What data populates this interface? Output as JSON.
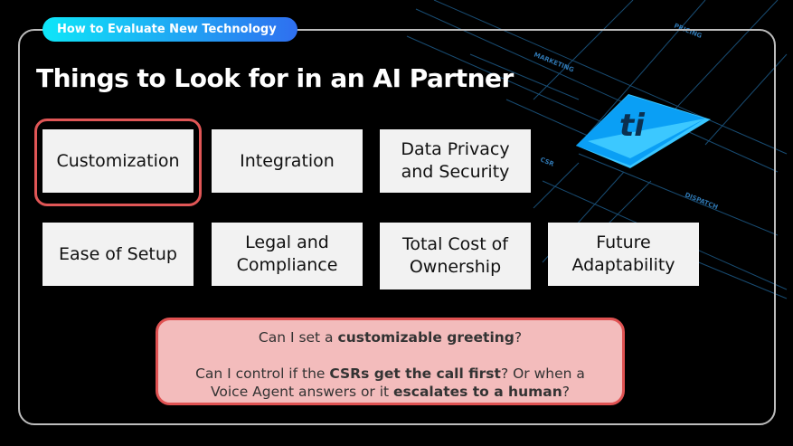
{
  "header": {
    "pill_label": "How to Evaluate New Technology",
    "title": "Things to Look for in an AI Partner"
  },
  "background": {
    "labels": [
      "MARKETING",
      "PRICING",
      "CSR",
      "DISPATCH"
    ],
    "logo_text": "ti",
    "accent": "#1aa8f5"
  },
  "cards": [
    {
      "label": "Customization",
      "selected": true
    },
    {
      "label": "Integration"
    },
    {
      "label": "Data Privacy and Security"
    },
    {
      "label": "Ease of Setup"
    },
    {
      "label": "Legal and Compliance"
    },
    {
      "label": "Total Cost of Ownership"
    },
    {
      "label": "Future Adaptability"
    }
  ],
  "callout": {
    "q1": {
      "a": "Can I set a ",
      "b": "customizable greeting",
      "c": "?"
    },
    "q2": {
      "a": "Can I control if the ",
      "b": "CSRs get the call first",
      "c": "? Or when a Voice Agent answers or it ",
      "d": "escalates to a human",
      "e": "?"
    }
  },
  "colors": {
    "selected_border": "#e05656",
    "callout_fill": "#f3bcbc"
  }
}
